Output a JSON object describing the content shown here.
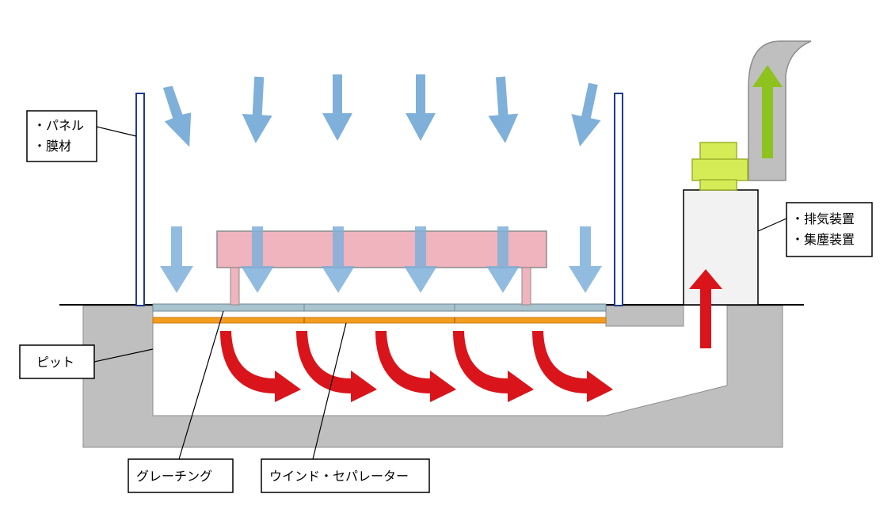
{
  "labels": {
    "panel_line1": "・パネル",
    "panel_line2": "・膜材",
    "exhaust_line1": "・排気装置",
    "exhaust_line2": "・集塵装置",
    "pit": "ピット",
    "grating": "グレーチング",
    "separator": "ウインド・セパレーター"
  },
  "colors": {
    "downflow_arrow": "#7fb0d9",
    "exhaust_arrow": "#d9151b",
    "outlet_arrow": "#8dc21f",
    "pit": "#bfbfbf",
    "table": "#efb4bd",
    "table_edge": "#8c8c8c",
    "panel": "#1f3b8f",
    "grating": "#a9c3cf",
    "separator": "#f39c1e",
    "fan": "#d5ec57",
    "duct": "#bfbfbf",
    "housing": "#f2f2f2"
  }
}
